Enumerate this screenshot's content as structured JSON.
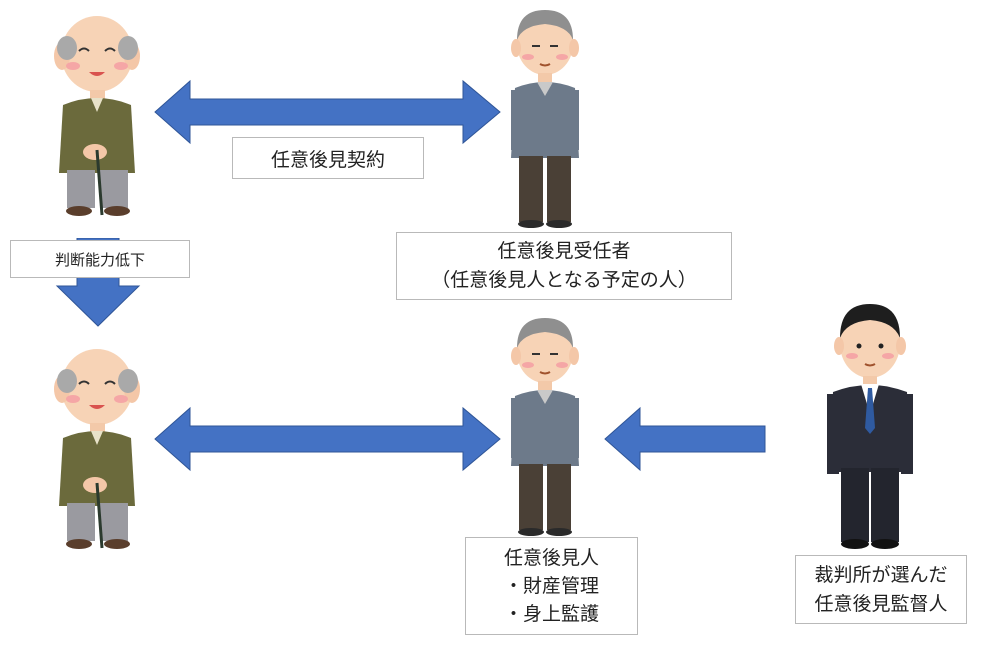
{
  "labels": {
    "contract": "任意後見契約",
    "decline": "判断能力低下",
    "receiver_line1": "任意後見受任者",
    "receiver_line2": "（任意後見人となる予定の人）",
    "guardian_line1": "任意後見人",
    "guardian_line2": "・財産管理",
    "guardian_line3": "・身上監護",
    "supervisor_line1": "裁判所が選んだ",
    "supervisor_line2": "任意後見監督人"
  },
  "colors": {
    "arrow_fill": "#4472c4",
    "arrow_stroke": "#2f5597",
    "box_border": "#b9b9b9"
  },
  "icons": [
    "elderly-man-with-cane-icon",
    "older-man-sweater-icon",
    "man-in-suit-icon"
  ]
}
